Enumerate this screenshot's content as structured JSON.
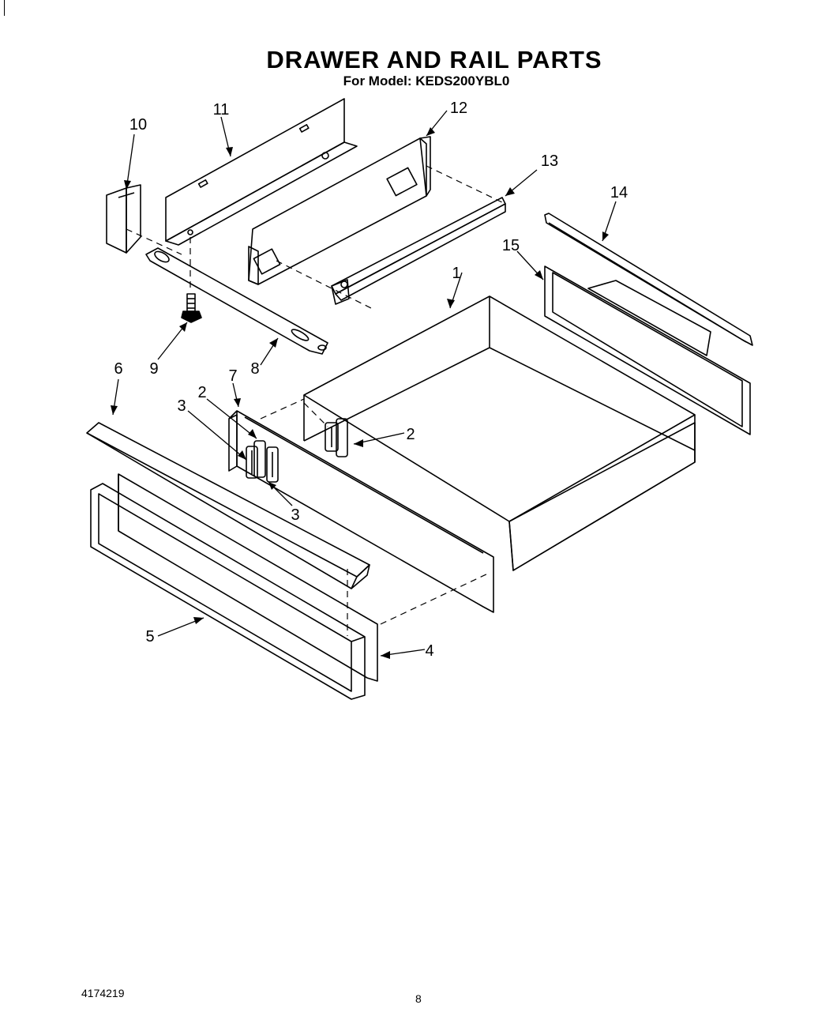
{
  "page": {
    "title": "DRAWER AND RAIL PARTS",
    "subtitle": "For Model: KEDS200YBL0",
    "doc_number": "4174219",
    "page_number": "8"
  },
  "callouts": [
    {
      "id": "c1",
      "label": "1"
    },
    {
      "id": "c2a",
      "label": "2"
    },
    {
      "id": "c2b",
      "label": "2"
    },
    {
      "id": "c3a",
      "label": "3"
    },
    {
      "id": "c3b",
      "label": "3"
    },
    {
      "id": "c4",
      "label": "4"
    },
    {
      "id": "c5",
      "label": "5"
    },
    {
      "id": "c6",
      "label": "6"
    },
    {
      "id": "c7",
      "label": "7"
    },
    {
      "id": "c8",
      "label": "8"
    },
    {
      "id": "c9",
      "label": "9"
    },
    {
      "id": "c10",
      "label": "10"
    },
    {
      "id": "c11",
      "label": "11"
    },
    {
      "id": "c12",
      "label": "12"
    },
    {
      "id": "c13",
      "label": "13"
    },
    {
      "id": "c14",
      "label": "14"
    },
    {
      "id": "c15",
      "label": "15"
    }
  ]
}
